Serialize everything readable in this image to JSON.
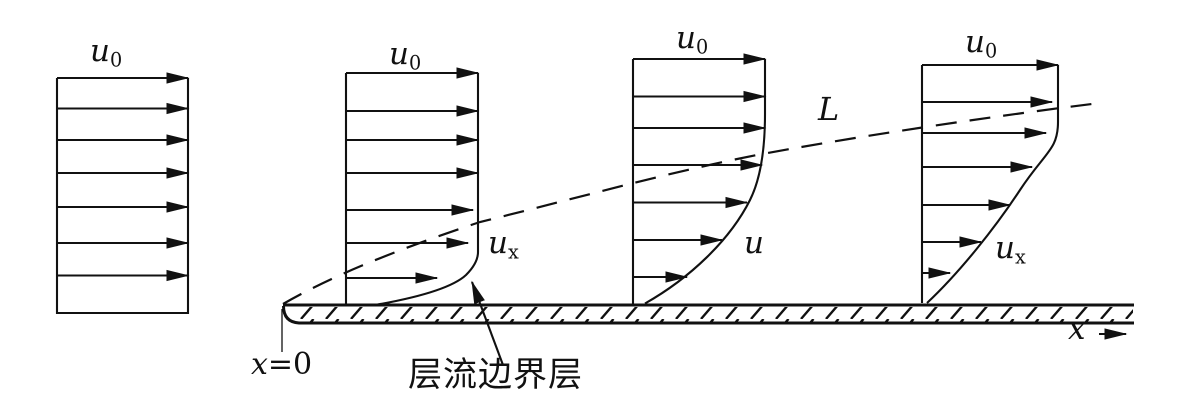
{
  "colors": {
    "ink": "#111111",
    "background": "#ffffff"
  },
  "labels": {
    "u0": {
      "base": "u",
      "sub": "0"
    },
    "ux": {
      "base": "u",
      "sub": "x"
    },
    "u_mid": "u",
    "boundary_thickness_curve": "L",
    "origin": {
      "base": "x",
      "rest": "=0"
    },
    "x_axis": "x",
    "boundary_layer_cn": "层流边界层"
  }
}
